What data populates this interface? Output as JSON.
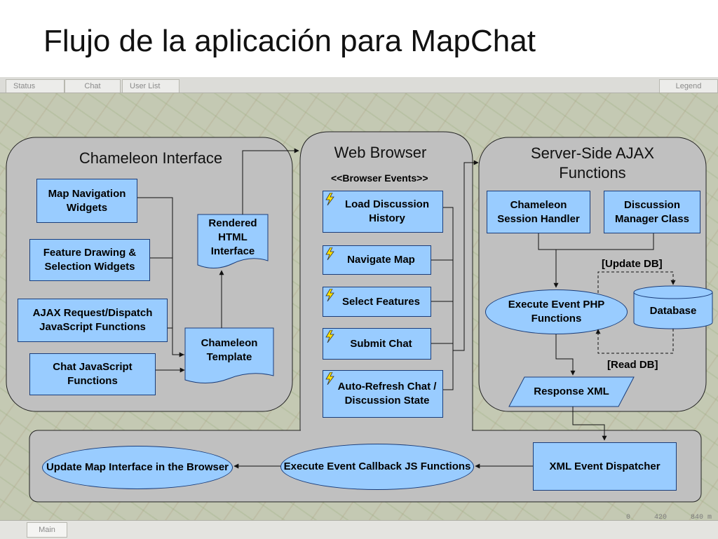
{
  "title": "Flujo de la aplicación para MapChat",
  "ui": {
    "tabs": [
      "Status",
      "Chat",
      "User List"
    ],
    "legend_tab": "Legend",
    "main_tab": "Main",
    "scale_labels": [
      "0",
      "420",
      "840 m"
    ]
  },
  "panels": {
    "chameleon": "Chameleon Interface",
    "browser": "Web Browser",
    "server": "Server-Side AJAX Functions"
  },
  "chameleon": {
    "map_nav": "Map Navigation Widgets",
    "feature": "Feature Drawing & Selection Widgets",
    "ajax": "AJAX Request/Dispatch JavaScript Functions",
    "chat_js": "Chat JavaScript Functions",
    "rendered": "Rendered HTML Interface",
    "template": "Chameleon Template"
  },
  "browser": {
    "events_label": "<<Browser Events>>",
    "events": [
      "Load Discussion History",
      "Navigate Map",
      "Select Features",
      "Submit Chat",
      "Auto-Refresh Chat / Discussion State"
    ]
  },
  "server": {
    "session": "Chameleon Session Handler",
    "discussion": "Discussion Manager Class",
    "update_db": "[Update DB]",
    "execute_php": "Execute Event PHP Functions",
    "database": "Database",
    "read_db": "[Read DB]",
    "response_xml": "Response XML"
  },
  "bottom": {
    "update_map": "Update Map Interface in the Browser",
    "callback": "Execute Event Callback JS Functions",
    "dispatcher": "XML Event Dispatcher"
  }
}
